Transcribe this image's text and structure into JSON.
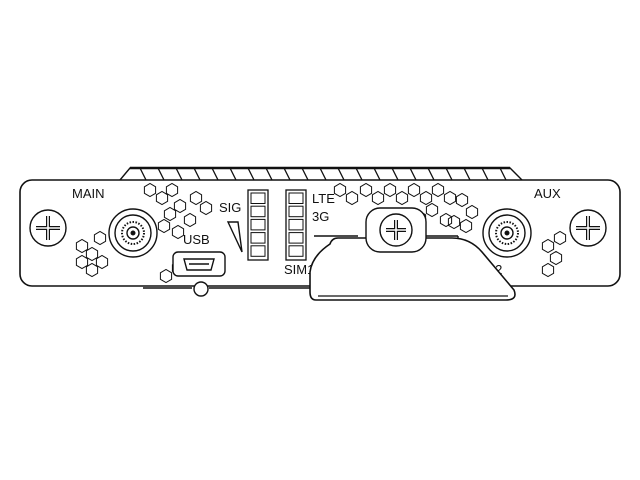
{
  "labels": {
    "main": "MAIN",
    "aux": "AUX",
    "usb": "USB",
    "sig": "SIG",
    "lte": "LTE",
    "g3": "3G",
    "sim1": "SIM1",
    "sim2": "SIM2"
  },
  "signal_bars": 5,
  "network_bars": 5,
  "colors": {
    "stroke": "#111111",
    "background": "#ffffff",
    "panel": "#ffffff"
  },
  "icons": [
    "screw-icon",
    "antenna-connector-icon",
    "usb-port-icon",
    "led-indicator-icon"
  ]
}
